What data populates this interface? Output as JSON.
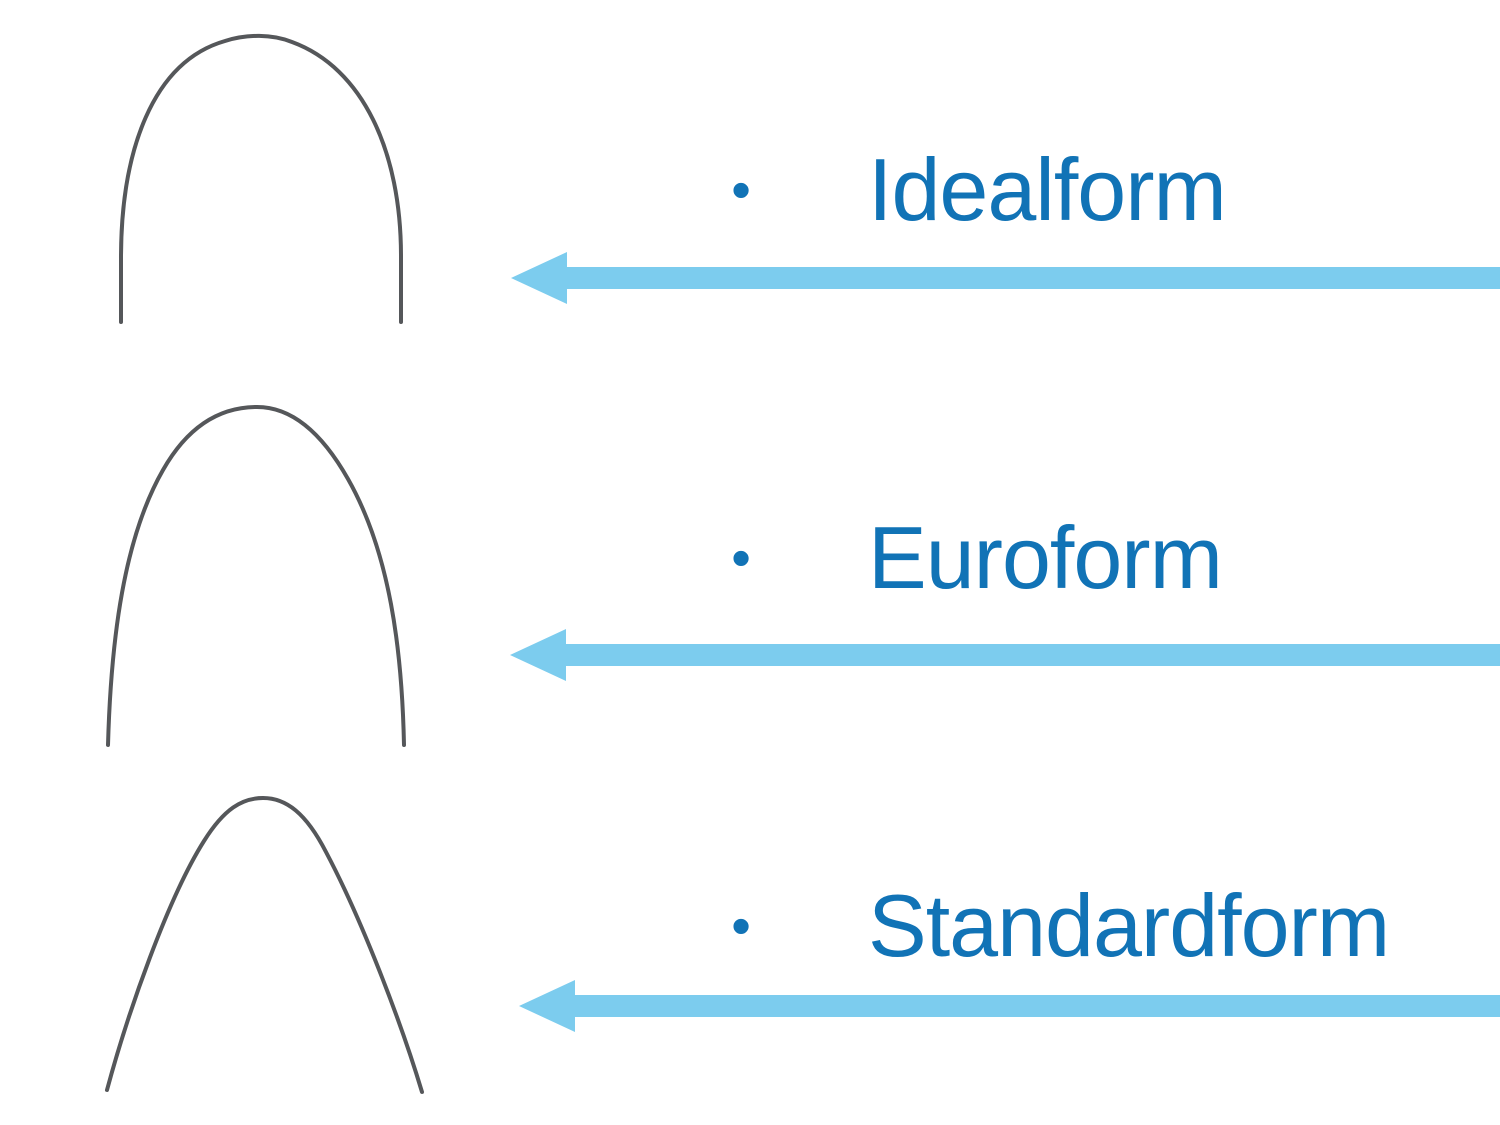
{
  "slide": {
    "bullet_char": "•",
    "items": [
      {
        "label": "Idealform",
        "wire": "idealform-archwire"
      },
      {
        "label": "Euroform",
        "wire": "euroform-archwire"
      },
      {
        "label": "Standardform",
        "wire": "standardform-archwire"
      }
    ],
    "colors": {
      "label_text": "#1173b6",
      "arrow": "#7cccee",
      "wire": "#55575a",
      "background": "#ffffff"
    }
  }
}
